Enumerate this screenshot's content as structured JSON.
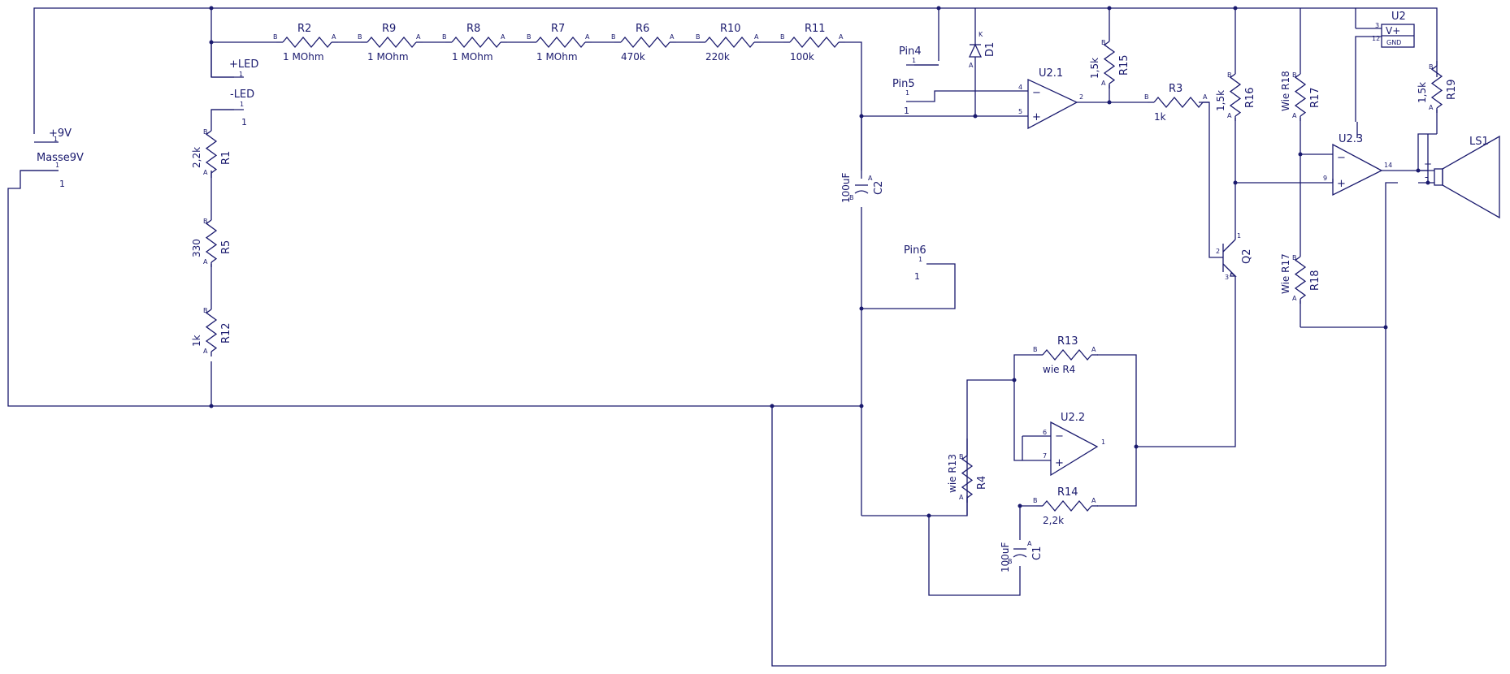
{
  "schematic": {
    "ports": {
      "plus9v": "+9V",
      "masse9v": "Masse9V",
      "plus_led": "+LED",
      "minus_led": "-LED",
      "pin4": "Pin4",
      "pin5": "Pin5",
      "pin6": "Pin6"
    },
    "pin_one": "1",
    "pins": {
      "a": "A",
      "b": "B",
      "k": "K",
      "one": "1",
      "two": "2",
      "three": "3",
      "four": "4",
      "five": "5",
      "six": "6",
      "seven": "7",
      "nine": "9",
      "twelve": "12",
      "fourteen": "14"
    },
    "opamp_signs": {
      "minus": "−",
      "plus": "+"
    },
    "components": {
      "R1": {
        "ref": "R1",
        "value": "2,2k"
      },
      "R2": {
        "ref": "R2",
        "value": "1 MOhm"
      },
      "R3": {
        "ref": "R3",
        "value": "1k"
      },
      "R4": {
        "ref": "R4",
        "value": "wie R13"
      },
      "R5": {
        "ref": "R5",
        "value": "330"
      },
      "R6": {
        "ref": "R6",
        "value": "470k"
      },
      "R7": {
        "ref": "R7",
        "value": "1 MOhm"
      },
      "R8": {
        "ref": "R8",
        "value": "1 MOhm"
      },
      "R9": {
        "ref": "R9",
        "value": "1 MOhm"
      },
      "R10": {
        "ref": "R10",
        "value": "220k"
      },
      "R11": {
        "ref": "R11",
        "value": "100k"
      },
      "R12": {
        "ref": "R12",
        "value": "1k"
      },
      "R13": {
        "ref": "R13",
        "value": "wie R4"
      },
      "R14": {
        "ref": "R14",
        "value": "2,2k"
      },
      "R15": {
        "ref": "R15",
        "value": "1,5k"
      },
      "R16": {
        "ref": "R16",
        "value": "1,5k"
      },
      "R17": {
        "ref": "R17",
        "value": "Wie R18"
      },
      "R18": {
        "ref": "R18",
        "value": "Wie R17"
      },
      "R19": {
        "ref": "R19",
        "value": "1,5k"
      },
      "C1": {
        "ref": "C1",
        "value": "100uF"
      },
      "C2": {
        "ref": "C2",
        "value": "100uF"
      },
      "D1": {
        "ref": "D1"
      },
      "Q2": {
        "ref": "Q2"
      },
      "U2": {
        "ref": "U2",
        "vplus": "V+",
        "gnd": "GND"
      },
      "U2_1": {
        "ref": "U2.1"
      },
      "U2_2": {
        "ref": "U2.2"
      },
      "U2_3": {
        "ref": "U2.3"
      },
      "LS1": {
        "ref": "LS1",
        "plus": "+",
        "minus": "-"
      }
    }
  }
}
